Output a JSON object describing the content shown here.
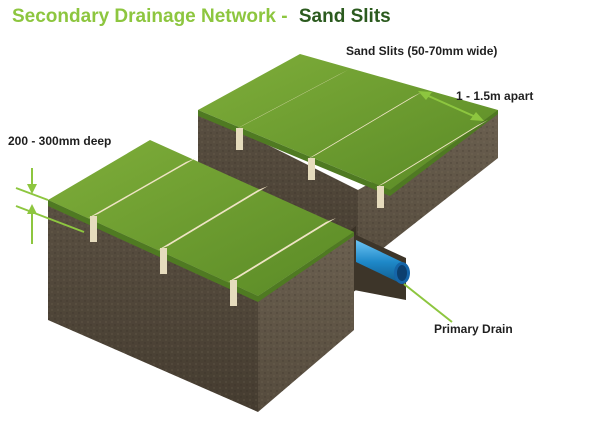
{
  "title": {
    "part1": "Secondary Drainage Network -",
    "part2": "Sand Slits"
  },
  "labels": {
    "sand_slits": "Sand Slits  (50-70mm wide)",
    "spacing": "1 - 1.5m apart",
    "depth": "200 - 300mm deep",
    "primary_drain": "Primary Drain"
  },
  "colors": {
    "title_light": "#8dc63f",
    "title_dark": "#2b5a1e",
    "grass": "#6a9a2e",
    "sand": "#efe4c4",
    "soil": "#4e4538",
    "arrow": "#8dc63f",
    "drain": "#1e88c8"
  }
}
